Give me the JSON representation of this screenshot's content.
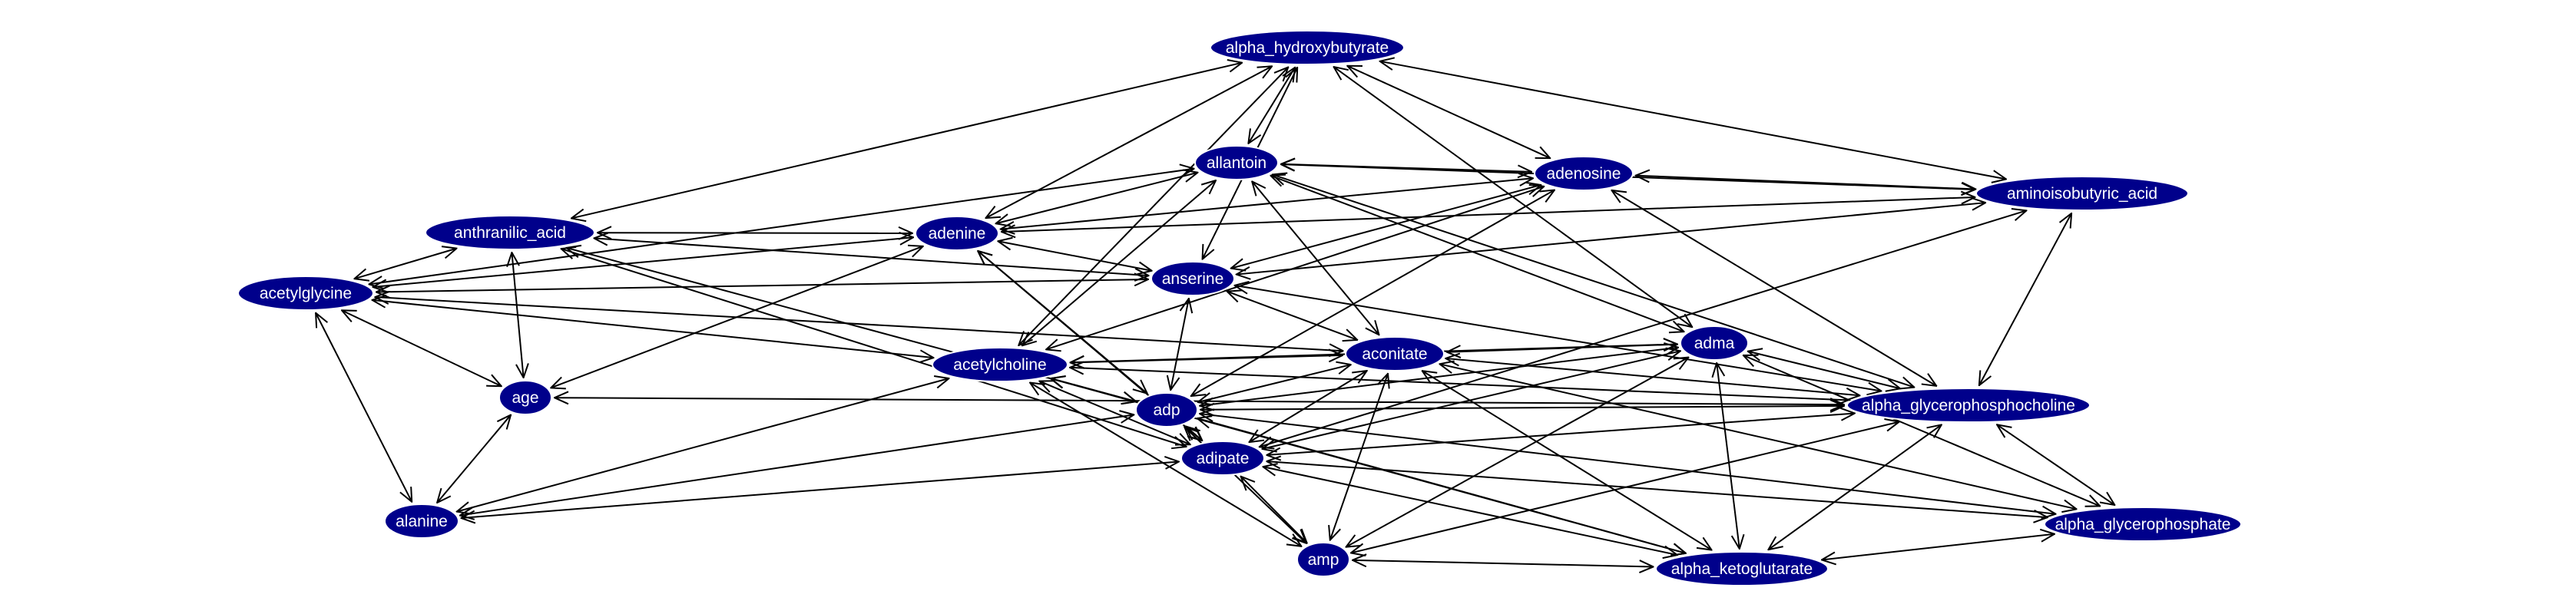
{
  "graph": {
    "node_color": "#00008b",
    "label_color": "#ffffff",
    "edge_color": "#000000",
    "edge_style": "bidirectional-arrows",
    "nodes": [
      {
        "id": "alpha_hydroxybutyrate",
        "label": "alpha_hydroxybutyrate"
      },
      {
        "id": "allantoin",
        "label": "allantoin"
      },
      {
        "id": "adenosine",
        "label": "adenosine"
      },
      {
        "id": "aminoisobutyric_acid",
        "label": "aminoisobutyric_acid"
      },
      {
        "id": "anthranilic_acid",
        "label": "anthranilic_acid"
      },
      {
        "id": "adenine",
        "label": "adenine"
      },
      {
        "id": "anserine",
        "label": "anserine"
      },
      {
        "id": "acetylglycine",
        "label": "acetylglycine"
      },
      {
        "id": "acetylcholine",
        "label": "acetylcholine"
      },
      {
        "id": "aconitate",
        "label": "aconitate"
      },
      {
        "id": "adma",
        "label": "adma"
      },
      {
        "id": "age",
        "label": "age"
      },
      {
        "id": "adp",
        "label": "adp"
      },
      {
        "id": "alpha_glycerophosphocholine",
        "label": "alpha_glycerophosphocholine"
      },
      {
        "id": "adipate",
        "label": "adipate"
      },
      {
        "id": "alanine",
        "label": "alanine"
      },
      {
        "id": "alpha_glycerophosphate",
        "label": "alpha_glycerophosphate"
      },
      {
        "id": "amp",
        "label": "amp"
      },
      {
        "id": "alpha_ketoglutarate",
        "label": "alpha_ketoglutarate"
      }
    ],
    "edges": [
      [
        "alpha_hydroxybutyrate",
        "anthranilic_acid"
      ],
      [
        "alpha_hydroxybutyrate",
        "allantoin"
      ],
      [
        "alpha_hydroxybutyrate",
        "anserine"
      ],
      [
        "alpha_hydroxybutyrate",
        "adenine"
      ],
      [
        "alpha_hydroxybutyrate",
        "acetylcholine"
      ],
      [
        "alpha_hydroxybutyrate",
        "adenosine"
      ],
      [
        "alpha_hydroxybutyrate",
        "aminoisobutyric_acid"
      ],
      [
        "alpha_hydroxybutyrate",
        "adma"
      ],
      [
        "allantoin",
        "adenosine"
      ],
      [
        "allantoin",
        "aminoisobutyric_acid"
      ],
      [
        "allantoin",
        "adenine"
      ],
      [
        "allantoin",
        "acetylglycine"
      ],
      [
        "allantoin",
        "acetylcholine"
      ],
      [
        "allantoin",
        "aconitate"
      ],
      [
        "allantoin",
        "adma"
      ],
      [
        "allantoin",
        "alpha_glycerophosphocholine"
      ],
      [
        "adenosine",
        "adenine"
      ],
      [
        "adenosine",
        "anserine"
      ],
      [
        "adenosine",
        "aminoisobutyric_acid"
      ],
      [
        "adenosine",
        "acetylcholine"
      ],
      [
        "adenosine",
        "alpha_glycerophosphocholine"
      ],
      [
        "adenosine",
        "adp"
      ],
      [
        "aminoisobutyric_acid",
        "adenine"
      ],
      [
        "aminoisobutyric_acid",
        "anserine"
      ],
      [
        "aminoisobutyric_acid",
        "alpha_glycerophosphocholine"
      ],
      [
        "aminoisobutyric_acid",
        "adipate"
      ],
      [
        "anthranilic_acid",
        "adenine"
      ],
      [
        "anthranilic_acid",
        "anserine"
      ],
      [
        "anthranilic_acid",
        "acetylglycine"
      ],
      [
        "anthranilic_acid",
        "age"
      ],
      [
        "anthranilic_acid",
        "adp"
      ],
      [
        "anthranilic_acid",
        "adipate"
      ],
      [
        "adenine",
        "acetylglycine"
      ],
      [
        "adenine",
        "anserine"
      ],
      [
        "adenine",
        "age"
      ],
      [
        "adenine",
        "adp"
      ],
      [
        "adenine",
        "adipate"
      ],
      [
        "anserine",
        "acetylglycine"
      ],
      [
        "anserine",
        "adp"
      ],
      [
        "anserine",
        "aconitate"
      ],
      [
        "anserine",
        "alpha_glycerophosphocholine"
      ],
      [
        "acetylglycine",
        "age"
      ],
      [
        "acetylglycine",
        "alanine"
      ],
      [
        "acetylglycine",
        "aconitate"
      ],
      [
        "acetylglycine",
        "acetylcholine"
      ],
      [
        "acetylcholine",
        "aconitate"
      ],
      [
        "acetylcholine",
        "adma"
      ],
      [
        "acetylcholine",
        "adp"
      ],
      [
        "acetylcholine",
        "adipate"
      ],
      [
        "acetylcholine",
        "alanine"
      ],
      [
        "acetylcholine",
        "amp"
      ],
      [
        "acetylcholine",
        "alpha_glycerophosphocholine"
      ],
      [
        "acetylcholine",
        "alpha_ketoglutarate"
      ],
      [
        "aconitate",
        "adma"
      ],
      [
        "aconitate",
        "adp"
      ],
      [
        "aconitate",
        "adipate"
      ],
      [
        "aconitate",
        "amp"
      ],
      [
        "aconitate",
        "alpha_ketoglutarate"
      ],
      [
        "aconitate",
        "alpha_glycerophosphocholine"
      ],
      [
        "aconitate",
        "alpha_glycerophosphate"
      ],
      [
        "adma",
        "adp"
      ],
      [
        "adma",
        "adipate"
      ],
      [
        "adma",
        "alpha_glycerophosphocholine"
      ],
      [
        "adma",
        "alpha_ketoglutarate"
      ],
      [
        "adma",
        "amp"
      ],
      [
        "adma",
        "alpha_glycerophosphate"
      ],
      [
        "age",
        "alanine"
      ],
      [
        "age",
        "alpha_glycerophosphocholine"
      ],
      [
        "adp",
        "alpha_glycerophosphocholine"
      ],
      [
        "adp",
        "adipate"
      ],
      [
        "adp",
        "alpha_glycerophosphate"
      ],
      [
        "adp",
        "alpha_ketoglutarate"
      ],
      [
        "adp",
        "amp"
      ],
      [
        "adp",
        "alanine"
      ],
      [
        "alpha_glycerophosphocholine",
        "adipate"
      ],
      [
        "alpha_glycerophosphocholine",
        "alpha_glycerophosphate"
      ],
      [
        "alpha_glycerophosphocholine",
        "alpha_ketoglutarate"
      ],
      [
        "alpha_glycerophosphocholine",
        "amp"
      ],
      [
        "adipate",
        "alanine"
      ],
      [
        "adipate",
        "amp"
      ],
      [
        "adipate",
        "alpha_ketoglutarate"
      ],
      [
        "adipate",
        "alpha_glycerophosphate"
      ],
      [
        "alpha_glycerophosphate",
        "alpha_ketoglutarate"
      ],
      [
        "amp",
        "alpha_ketoglutarate"
      ]
    ]
  }
}
